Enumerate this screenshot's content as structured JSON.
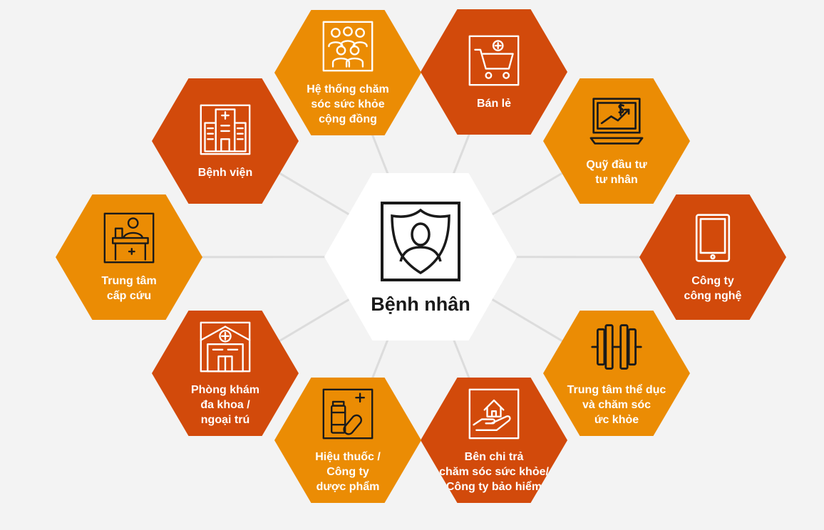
{
  "center": {
    "label": "Bệnh nhân",
    "icon": "patient-shield-icon"
  },
  "nodes": [
    {
      "id": "community-care",
      "label": "Hệ thống chăm\nsóc sức khỏe\ncộng đồng",
      "icon": "people-group-icon",
      "tone": "light"
    },
    {
      "id": "retail",
      "label": "Bán lẻ",
      "icon": "shopping-cart-icon",
      "tone": "dark"
    },
    {
      "id": "private-equity",
      "label": "Quỹ đầu tư\ntư nhân",
      "icon": "investment-chart-icon",
      "tone": "light"
    },
    {
      "id": "tech-company",
      "label": "Công ty\ncông nghệ",
      "icon": "tablet-icon",
      "tone": "dark"
    },
    {
      "id": "fitness-center",
      "label": "Trung tâm thể dục\nvà chăm sóc\nức khỏe",
      "icon": "dumbbell-icon",
      "tone": "light"
    },
    {
      "id": "payer-insurance",
      "label": "Bên chi trả\nchăm sóc sức khỏe/\nCông ty bảo hiểm",
      "icon": "house-hand-icon",
      "tone": "dark"
    },
    {
      "id": "pharmacy",
      "label": "Hiệu thuốc /\nCông ty\ndược phẩm",
      "icon": "medicine-icon",
      "tone": "light"
    },
    {
      "id": "clinic",
      "label": "Phòng khám\nđa khoa /\nngoại trú",
      "icon": "clinic-building-icon",
      "tone": "dark"
    },
    {
      "id": "emergency",
      "label": "Trung tâm\ncấp cứu",
      "icon": "reception-desk-icon",
      "tone": "light"
    },
    {
      "id": "hospital",
      "label": "Bệnh viện",
      "icon": "hospital-building-icon",
      "tone": "dark"
    }
  ],
  "colors": {
    "dark": "#d24a0b",
    "light": "#eb8c04",
    "background": "#f3f3f3",
    "connector": "#dcdcdc"
  }
}
